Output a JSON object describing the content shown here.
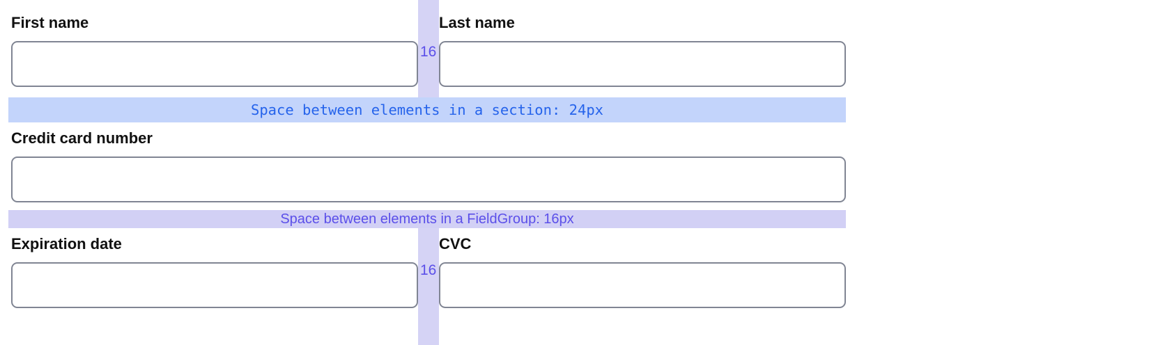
{
  "form": {
    "rows": [
      {
        "fields": [
          {
            "label": "First name",
            "value": "",
            "placeholder": ""
          },
          {
            "label": "Last name",
            "value": "",
            "placeholder": ""
          }
        ],
        "gap_label": "16"
      },
      {
        "fields": [
          {
            "label": "Credit card number",
            "value": "",
            "placeholder": ""
          }
        ],
        "gap_label": ""
      },
      {
        "fields": [
          {
            "label": "Expiration date",
            "value": "",
            "placeholder": ""
          },
          {
            "label": "CVC",
            "value": "",
            "placeholder": ""
          }
        ],
        "gap_label": "16"
      }
    ]
  },
  "annotations": {
    "section_band": {
      "text": "Space between elements in a section: 24px",
      "background": "#c3d4fb",
      "color": "#2563eb"
    },
    "fieldgroup_band": {
      "text": "Space between elements in a FieldGroup: 16px",
      "background": "#d2d0f5",
      "color": "#5b4fe9"
    },
    "column_gap_top": "16",
    "column_gap_bottom": "16",
    "gap_strip_color": "#d5d3f5"
  }
}
